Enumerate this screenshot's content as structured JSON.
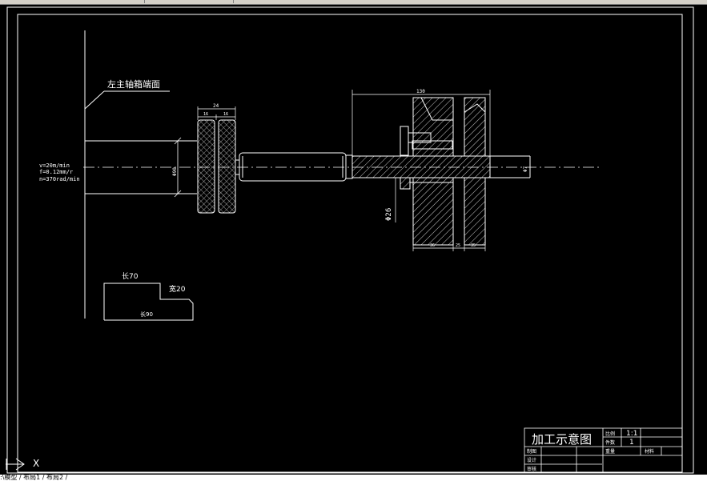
{
  "annotations": {
    "headstock_end": "左主轴箱端面",
    "speed": "v=20m/min",
    "feed": "f=0.12mm/r",
    "rpm": "n=370rad/min",
    "dim_top_overall": "24",
    "dim_top_a": "16",
    "dim_top_b": "16",
    "dim_roll_dia": "Φ90",
    "dim_part_len": "130",
    "dim_right_dia": "Φ7",
    "dim_bore": "Φ26",
    "dim_bottom_a": "36",
    "dim_bottom_b": "25",
    "dim_bottom_c": "35",
    "label_width70": "长70",
    "label_width20": "宽20",
    "label_length90": "长90"
  },
  "title_block": {
    "title": "加工示意图",
    "scale_label": "比例",
    "scale_value": "1:1",
    "qty_label": "件数",
    "qty_value": "1",
    "weight_label": "重量",
    "material_label": "材料",
    "drawn_label": "制图",
    "design_label": "设计",
    "check_label": "审核"
  },
  "ucs": {
    "x_label": "X"
  },
  "command_line": {
    "text": ":\\模型 / 布局1 / 布局2 /"
  },
  "colors": {
    "background": "#000000",
    "line": "#ffffff"
  }
}
